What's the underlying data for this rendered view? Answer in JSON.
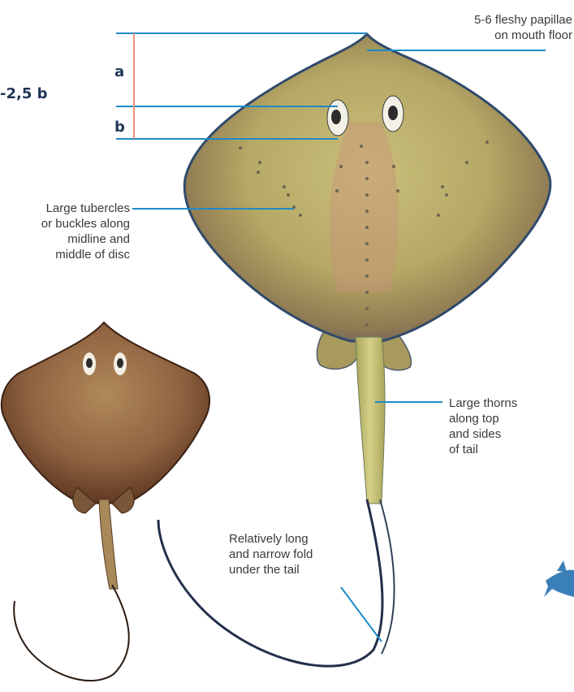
{
  "measurement": {
    "ratio_text": "-2,5 b",
    "label_a": "a",
    "label_b": "b"
  },
  "callouts": {
    "papillae": "5-6 fleshy papillae\non mouth floor",
    "tubercles": "Large tubercles\nor buckles along\nmidline and\nmiddle of disc",
    "thorns": "Large thorns\nalong top\nand sides\nof tail",
    "fold": "Relatively long\nand narrow fold\nunder the tail"
  },
  "colors": {
    "leader_line": "#1f8bc7",
    "measure_bar": "#e8907a",
    "text_dark": "#1f3556",
    "disc_main": "#b9ac6a",
    "disc_edge": "#2f4a6b",
    "small_disc": "#8a5c3c",
    "tail_dark": "#22304a"
  },
  "icons": {
    "shark": "shark-icon"
  }
}
